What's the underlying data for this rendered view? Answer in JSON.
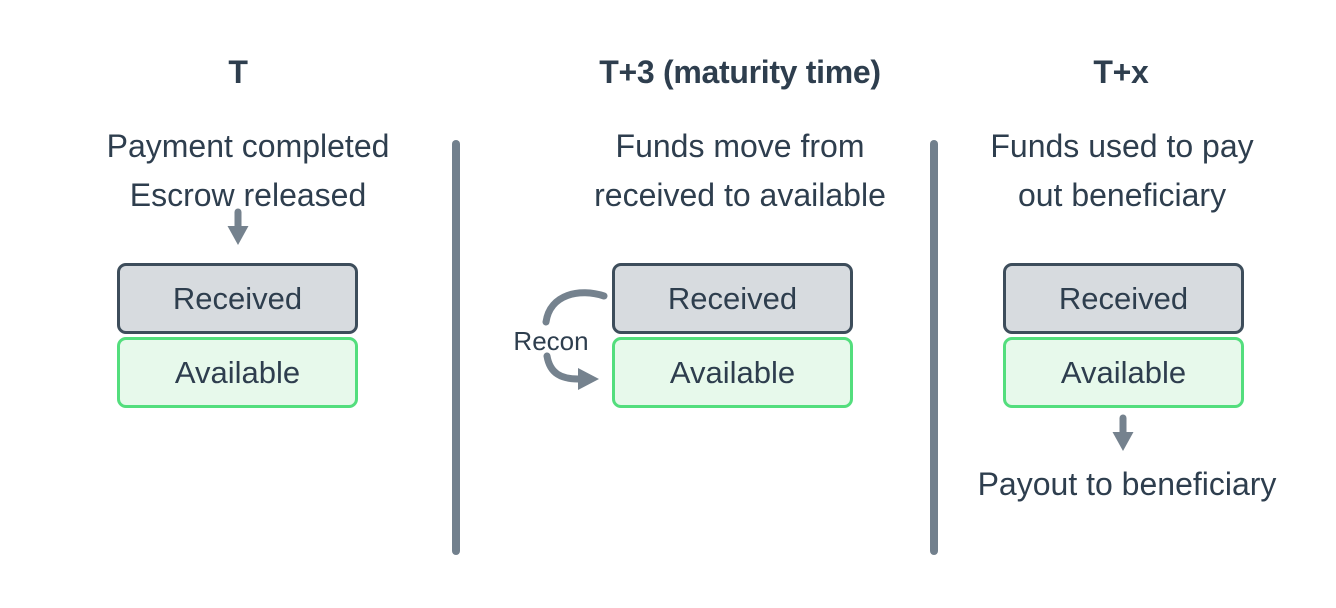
{
  "diagram": {
    "columns": [
      {
        "header": "T",
        "description_lines": [
          "Payment completed",
          "Escrow released"
        ],
        "received_label": "Received",
        "available_label": "Available"
      },
      {
        "header": "T+3 (maturity time)",
        "description_lines": [
          "Funds move from",
          "received to available"
        ],
        "received_label": "Received",
        "available_label": "Available",
        "recon_label": "Recon"
      },
      {
        "header": "T+x",
        "description_lines": [
          "Funds used to pay",
          "out beneficiary"
        ],
        "received_label": "Received",
        "available_label": "Available",
        "payout_label": "Payout to beneficiary"
      }
    ],
    "colors": {
      "text": "#2e3e4e",
      "arrow_gray": "#75828e",
      "divider_gray": "#72808d",
      "received_fill": "#d7dbdf",
      "received_border": "#3d4d5b",
      "available_fill": "#e7f9eb",
      "available_border": "#53de7d",
      "background": "#ffffff"
    },
    "icons": {
      "column1_arrow": "down-arrow-icon",
      "column3_arrow": "down-arrow-icon",
      "recon_cycle": "curved-recon-arrows-icon"
    }
  }
}
